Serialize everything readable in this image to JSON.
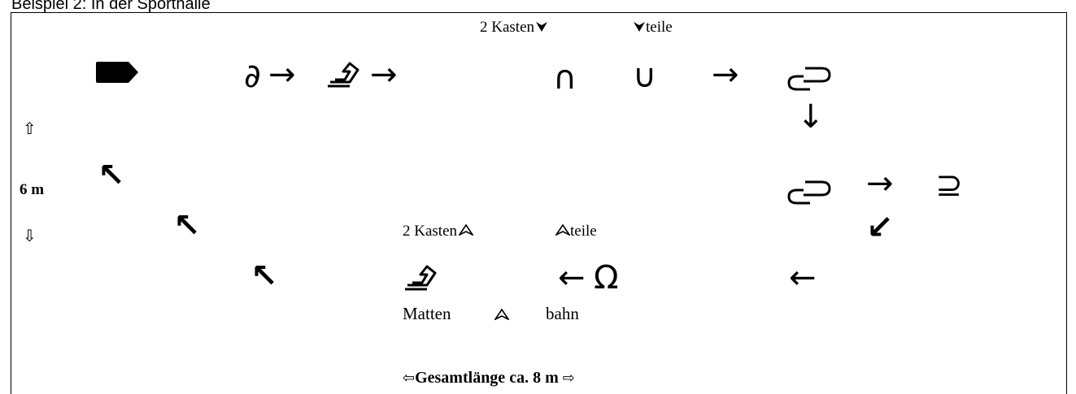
{
  "caption": "Beispiel 2: In der Sporthalle",
  "top_label_a": "2 Kasten",
  "top_label_b": "teile",
  "bottom_label_a": "2 Kasten",
  "bottom_label_b": "teile",
  "mat_label_a": "Matten",
  "mat_label_b": "bahn",
  "height_label": "6 m",
  "length_label": "Gesamtlänge ca. 8 m",
  "glyphs": {
    "partial": "∂",
    "arrow_right": "→",
    "arrow_left": "←",
    "arrow_down": "↓",
    "arrow_up_left": "↖",
    "arrow_down_left": "↙",
    "intersection": "∩",
    "union": "∪",
    "superset_eq": "⊇",
    "omega": "Ω",
    "hollow_up": "⇧",
    "hollow_down": "⇩",
    "hollow_left": "⇦",
    "hollow_right": "⇨",
    "arrowhead_down": "⮟",
    "arrowhead_up": "⮝"
  },
  "icons": {
    "pentagon": "pentagon-arrow-icon",
    "loop": "loop-icon",
    "horse": "vaulting-figure-icon",
    "arrowhead_down": "arrowhead-down-icon",
    "arrowhead_up": "arrowhead-up-icon"
  }
}
